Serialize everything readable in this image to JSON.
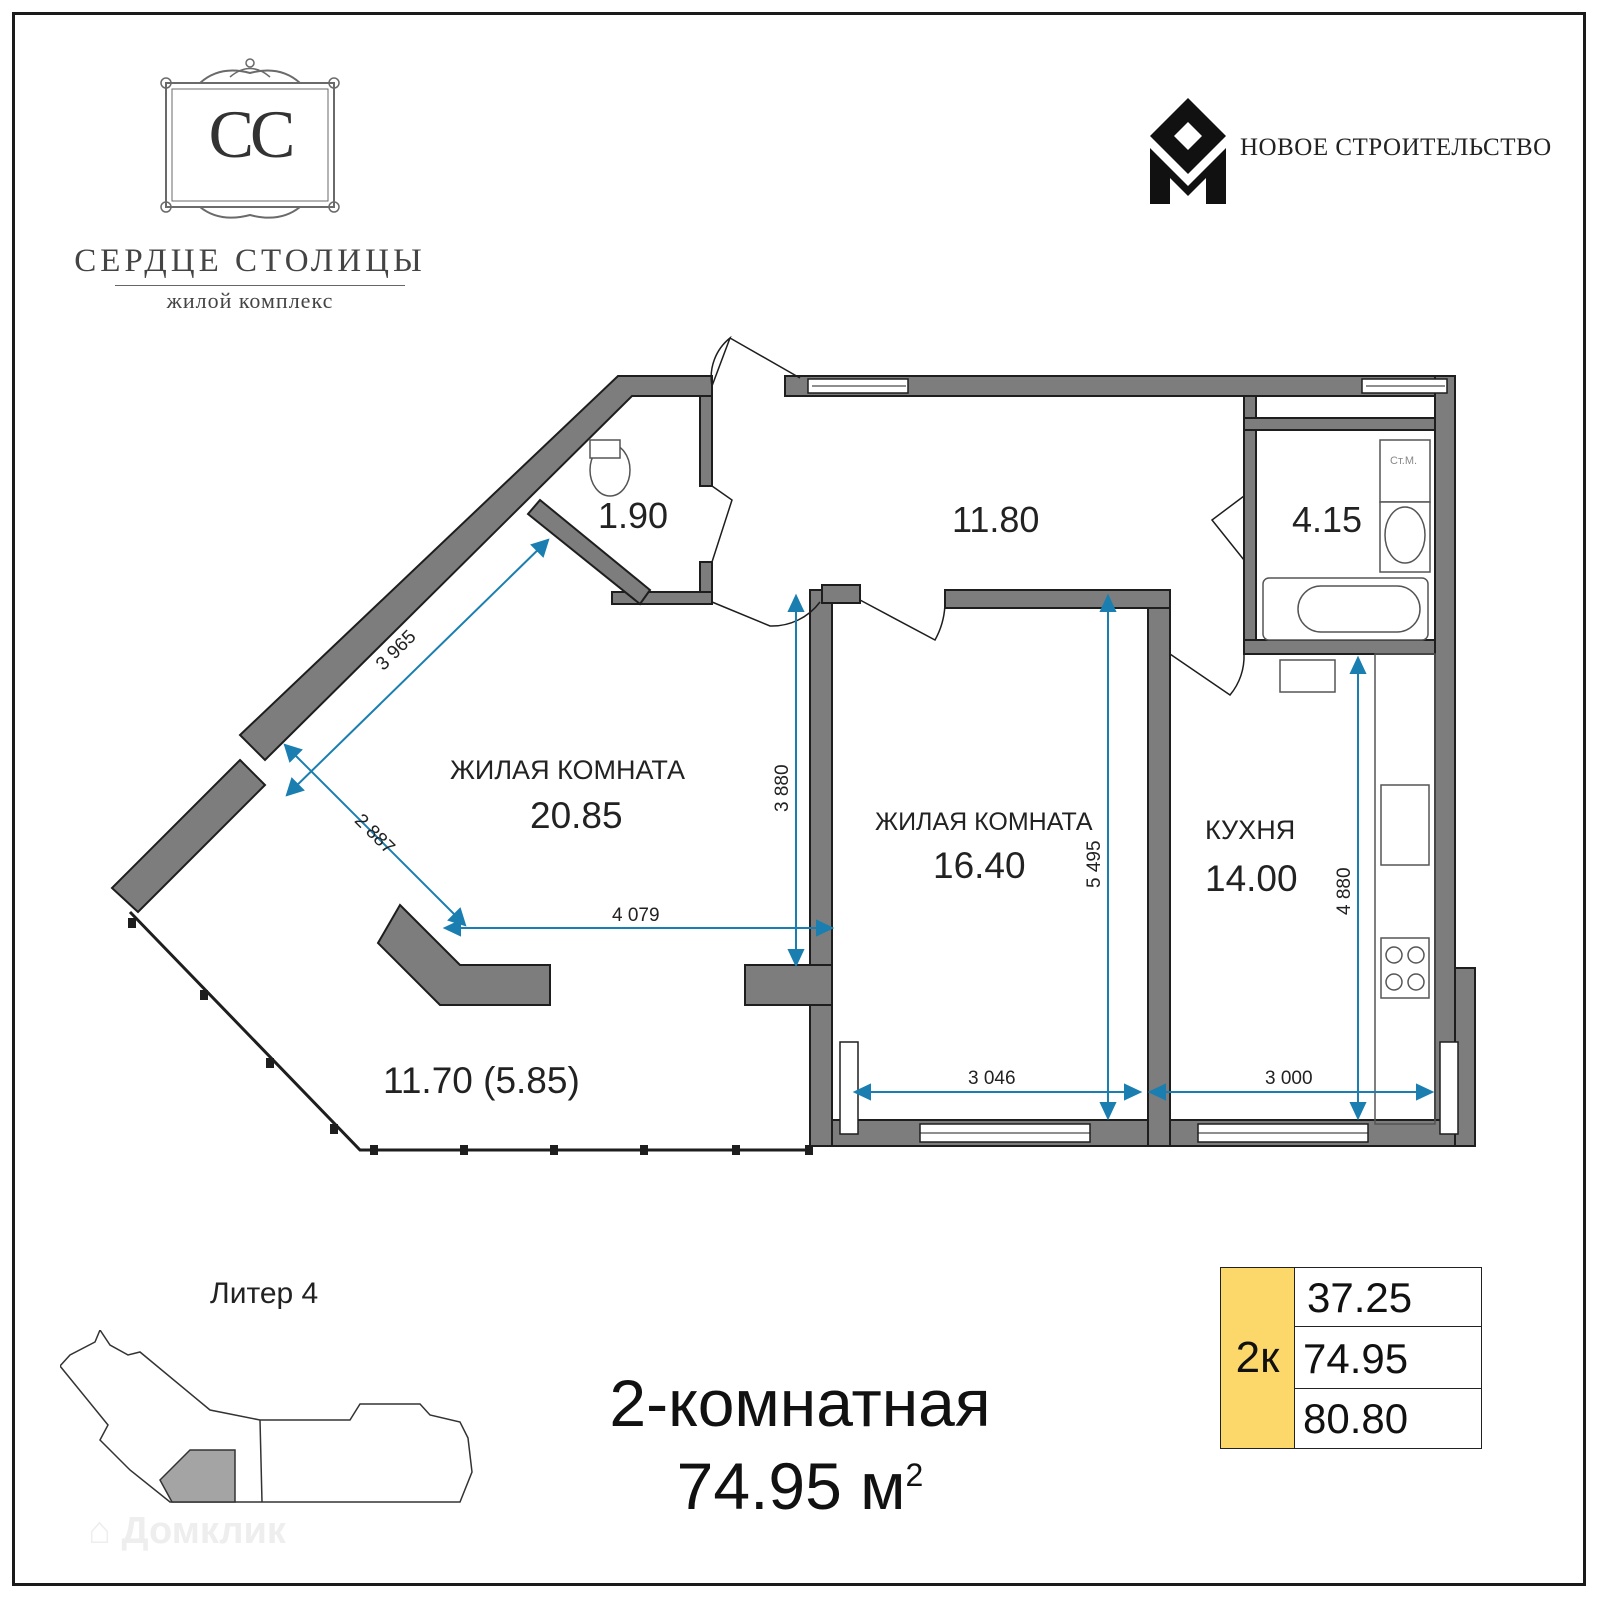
{
  "brand_left": {
    "monogram": "CC",
    "name": "СЕРДЦЕ СТОЛИЦЫ",
    "subtitle": "жилой комплекс"
  },
  "brand_right": {
    "name": "НОВОЕ СТРОИТЕЛЬСТВО"
  },
  "rooms": {
    "wc_area": "1.90",
    "hall_area": "11.80",
    "bath_area": "4.15",
    "living1_label": "ЖИЛАЯ КОМНАТА",
    "living1_area": "20.85",
    "living2_label": "ЖИЛАЯ КОМНАТА",
    "living2_area": "16.40",
    "kitchen_label": "КУХНЯ",
    "kitchen_area": "14.00",
    "balcony_area": "11.70 (5.85)",
    "washer_label": "Ст.М."
  },
  "dimensions": {
    "d1": "3 965",
    "d2": "2 887",
    "d3": "4 079",
    "d4": "3 880",
    "d5": "5 495",
    "d6": "4 880",
    "d7": "3 046",
    "d8": "3 000"
  },
  "locator": {
    "label": "Литер 4"
  },
  "summary": {
    "type": "2-комнатная",
    "area": "74.95 м",
    "area_sup": "2"
  },
  "legend": {
    "code": "2к",
    "values": [
      "37.25",
      "74.95",
      "80.80"
    ],
    "accent": "#fcd86a"
  },
  "watermark": "Домклик",
  "colors": {
    "wall": "#7d7d7d",
    "wall_stroke": "#1e1e1e",
    "dimension": "#1a7fb0"
  }
}
